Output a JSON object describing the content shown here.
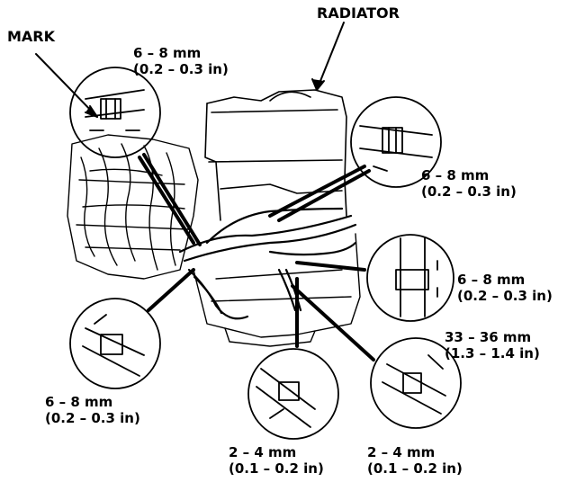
{
  "labels": {
    "radiator": "RADIATOR",
    "mark": "MARK",
    "top_left": {
      "metric": "6 – 8 mm",
      "imperial": "(0.2 – 0.3 in)"
    },
    "top_right": {
      "metric": "6 – 8 mm",
      "imperial": "(0.2 – 0.3 in)"
    },
    "mid_right": {
      "metric": "6 – 8 mm",
      "imperial": "(0.2 – 0.3 in)"
    },
    "right_long": {
      "metric": "33 – 36 mm",
      "imperial": "(1.3 – 1.4 in)"
    },
    "bottom_left": {
      "metric": "6 – 8 mm",
      "imperial": "(0.2 – 0.3 in)"
    },
    "bottom_center": {
      "metric": "2 – 4 mm",
      "imperial": "(0.1 – 0.2 in)"
    },
    "bottom_right": {
      "metric": "2 – 4 mm",
      "imperial": "(0.1 – 0.2 in)"
    }
  },
  "colors": {
    "ink": "#000000",
    "paper": "#ffffff"
  }
}
